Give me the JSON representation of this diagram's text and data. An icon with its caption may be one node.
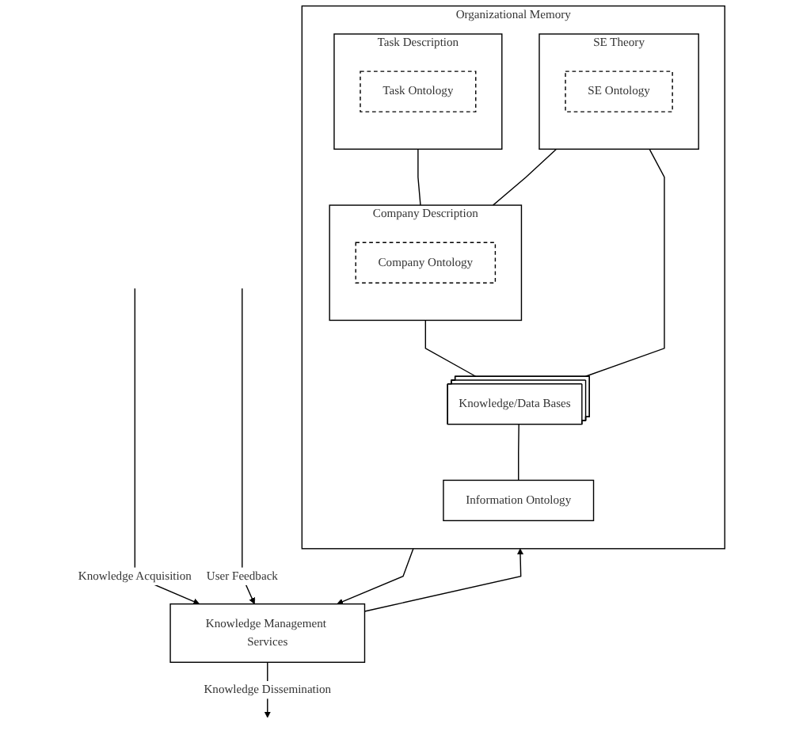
{
  "diagram": {
    "nodes": [
      {
        "text": [
          "Organizational Memory"
        ]
      },
      {
        "text": [
          "Task Description"
        ],
        "in": 0
      },
      {
        "text": [
          "Task Ontology"
        ],
        "in": 1
      },
      {
        "text": [
          "SE Theory"
        ],
        "in": 0
      },
      {
        "text": [
          "SE Ontology"
        ],
        "in": 3
      },
      {
        "text": [
          "Company Description"
        ],
        "in": 0
      },
      {
        "text": [
          "Company Ontology"
        ],
        "in": 5
      },
      {
        "text": [
          "Knowledge/Data Bases"
        ],
        "in": 0
      },
      {
        "text": [
          "Information Ontology"
        ],
        "in": 0
      },
      {
        "text": [
          "Knowledge Management Services"
        ]
      }
    ],
    "edges": [
      {
        "from": 1,
        "to": 5,
        "arrow": "none"
      },
      {
        "from": 3,
        "to": 5,
        "arrow": "none"
      },
      {
        "from": 3,
        "to": 7,
        "arrow": "none"
      },
      {
        "from": 5,
        "to": 7,
        "arrow": "none"
      },
      {
        "from": 7,
        "to": 8,
        "arrow": "none"
      },
      {
        "from": 0,
        "to": 9,
        "arrow": "to"
      },
      {
        "from": 9,
        "to": 0,
        "arrow": "to"
      },
      {
        "from": null,
        "to": 9,
        "arrow": "to",
        "label": "Knowledge Acquisition"
      },
      {
        "from": 9,
        "to": null,
        "arrow": "to",
        "label": "Knowledge Dissemination"
      },
      {
        "from": null,
        "to": 9,
        "arrow": "to",
        "label": "User Feedback"
      }
    ]
  }
}
